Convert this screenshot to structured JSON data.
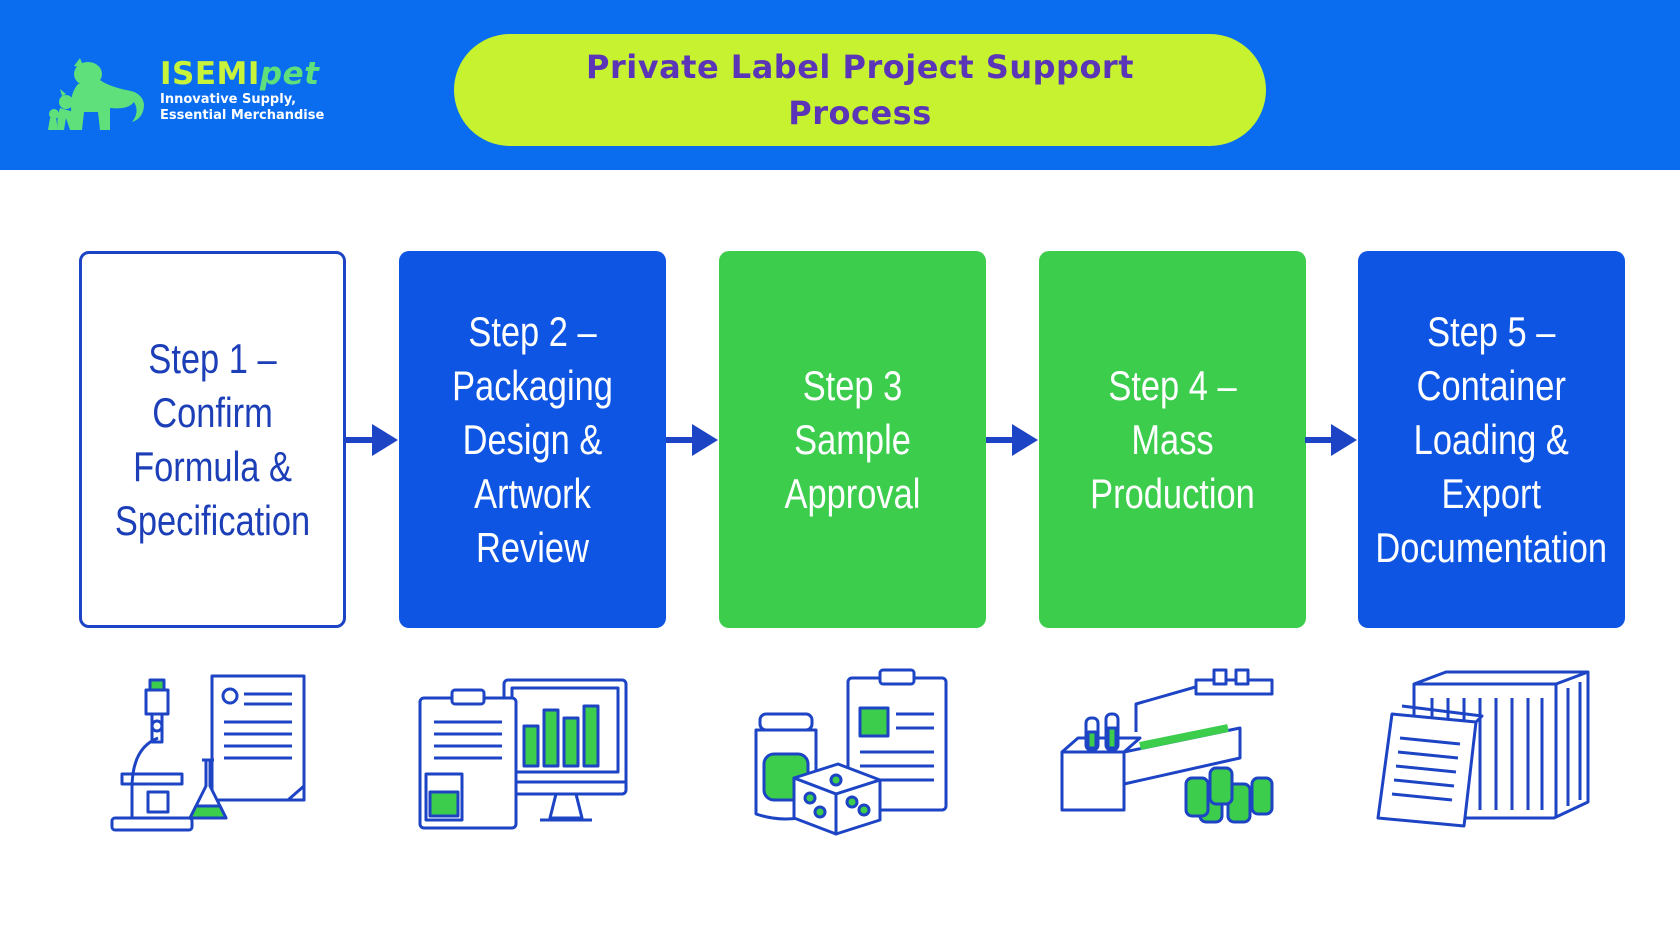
{
  "brand": {
    "name_main": "ISEMI",
    "name_accent": "pet",
    "tagline_line1": "Innovative Supply,",
    "tagline_line2": "Essential Merchandise"
  },
  "title": "Private Label Project Support Process",
  "colors": {
    "header_blue": "#0a6df0",
    "title_pill": "#c6f22f",
    "title_text": "#5a35b8",
    "step_blue": "#0f55e3",
    "step_green": "#3ccd4d",
    "outline_blue": "#1c44c4",
    "accent_green": "#3ccd4d"
  },
  "steps": [
    {
      "label": "Step 1 – Confirm Formula & Specification",
      "style": "white",
      "icon": "microscope-document-flask-icon"
    },
    {
      "label": "Step 2 – Packaging Design & Artwork Review",
      "style": "blue",
      "icon": "clipboard-monitor-chart-icon"
    },
    {
      "label": "Step 3 Sample Approval",
      "style": "green",
      "icon": "jar-box-clipboard-icon"
    },
    {
      "label": "Step 4 – Mass Production",
      "style": "green",
      "icon": "production-line-icon"
    },
    {
      "label": "Step 5 – Container Loading & Export Documentation",
      "style": "blue",
      "icon": "shipping-container-documents-icon"
    }
  ]
}
